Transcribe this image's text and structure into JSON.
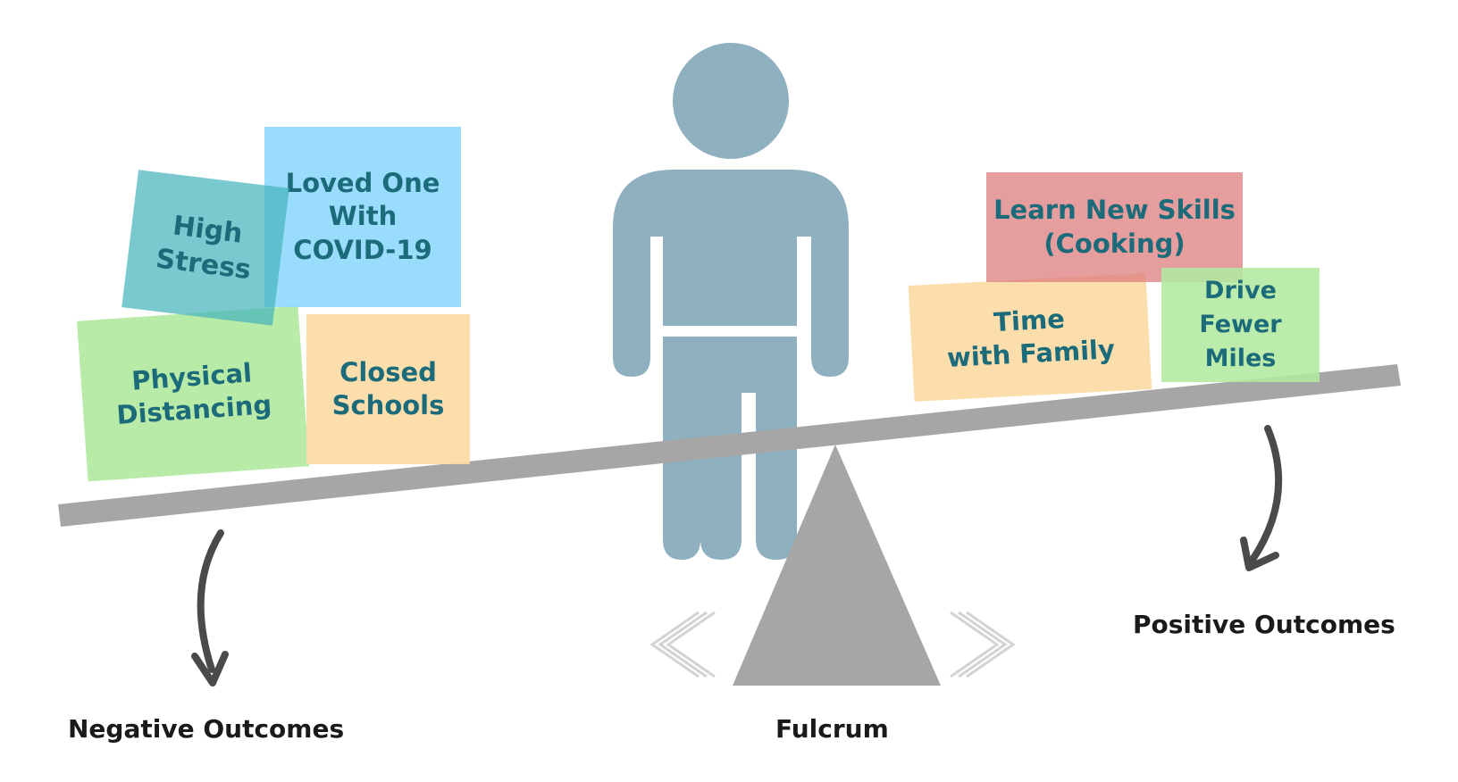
{
  "negative_factors": {
    "high_stress": [
      "High",
      "Stress"
    ],
    "loved_one": [
      "Loved One",
      "With",
      "COVID-19"
    ],
    "physical_distancing": [
      "Physical",
      "Distancing"
    ],
    "closed_schools": [
      "Closed",
      "Schools"
    ]
  },
  "positive_factors": {
    "learn_skills": [
      "Learn New Skills",
      "(Cooking)"
    ],
    "time_family": [
      "Time",
      "with Family"
    ],
    "drive_fewer": [
      "Drive",
      "Fewer",
      "Miles"
    ]
  },
  "captions": {
    "negative": "Negative Outcomes",
    "fulcrum": "Fulcrum",
    "positive": "Positive Outcomes"
  },
  "colors": {
    "person": "#8fb0bf",
    "beam": "#a6a6a6",
    "arrow": "#4a4a4a",
    "teal_card": "#5bbfc4",
    "blue_card": "#8fd8f8",
    "green_card": "#b4e9a4",
    "orange_card": "#fcdba6",
    "red_card": "#e29696",
    "text": "#1c6b7a"
  }
}
